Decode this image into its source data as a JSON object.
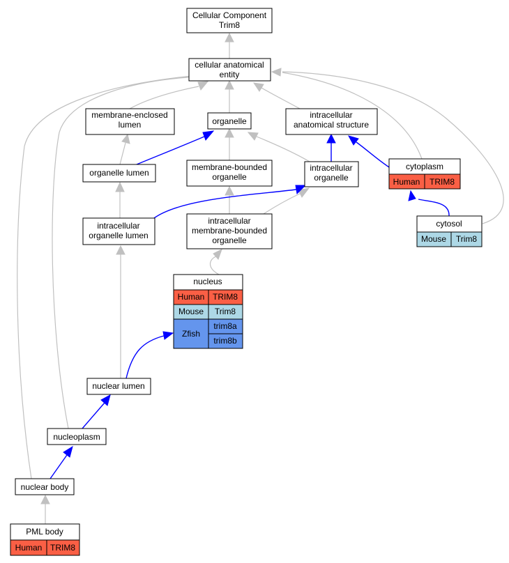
{
  "colors": {
    "human": "#fa5f45",
    "mouse": "#add8e6",
    "zfish": "#6495ed",
    "is_a_edge": "#c0c0c0",
    "part_of_edge": "#0000ff"
  },
  "nodes": {
    "root": {
      "line1": "Cellular Component",
      "line2": "Trim8"
    },
    "cae": {
      "line1": "cellular anatomical",
      "line2": "entity"
    },
    "mel": {
      "line1": "membrane-enclosed",
      "line2": "lumen"
    },
    "organelle": {
      "line1": "organelle"
    },
    "ias": {
      "line1": "intracellular",
      "line2": "anatomical structure"
    },
    "ol": {
      "line1": "organelle lumen"
    },
    "mbo": {
      "line1": "membrane-bounded",
      "line2": "organelle"
    },
    "io": {
      "line1": "intracellular",
      "line2": "organelle"
    },
    "cytoplasm": {
      "line1": "cytoplasm",
      "species": "Human",
      "gene": "TRIM8"
    },
    "iol": {
      "line1": "intracellular",
      "line2": "organelle lumen"
    },
    "imbo": {
      "line1": "intracellular",
      "line2": "membrane-bounded",
      "line3": "organelle"
    },
    "cytosol": {
      "line1": "cytosol",
      "species": "Mouse",
      "gene": "Trim8"
    },
    "nucleus": {
      "line1": "nucleus",
      "human_species": "Human",
      "human_gene": "TRIM8",
      "mouse_species": "Mouse",
      "mouse_gene": "Trim8",
      "zfish_species": "Zfish",
      "zfish_gene1": "trim8a",
      "zfish_gene2": "trim8b"
    },
    "nl": {
      "line1": "nuclear lumen"
    },
    "np": {
      "line1": "nucleoplasm"
    },
    "nb": {
      "line1": "nuclear body"
    },
    "pml": {
      "line1": "PML body",
      "species": "Human",
      "gene": "TRIM8"
    }
  }
}
